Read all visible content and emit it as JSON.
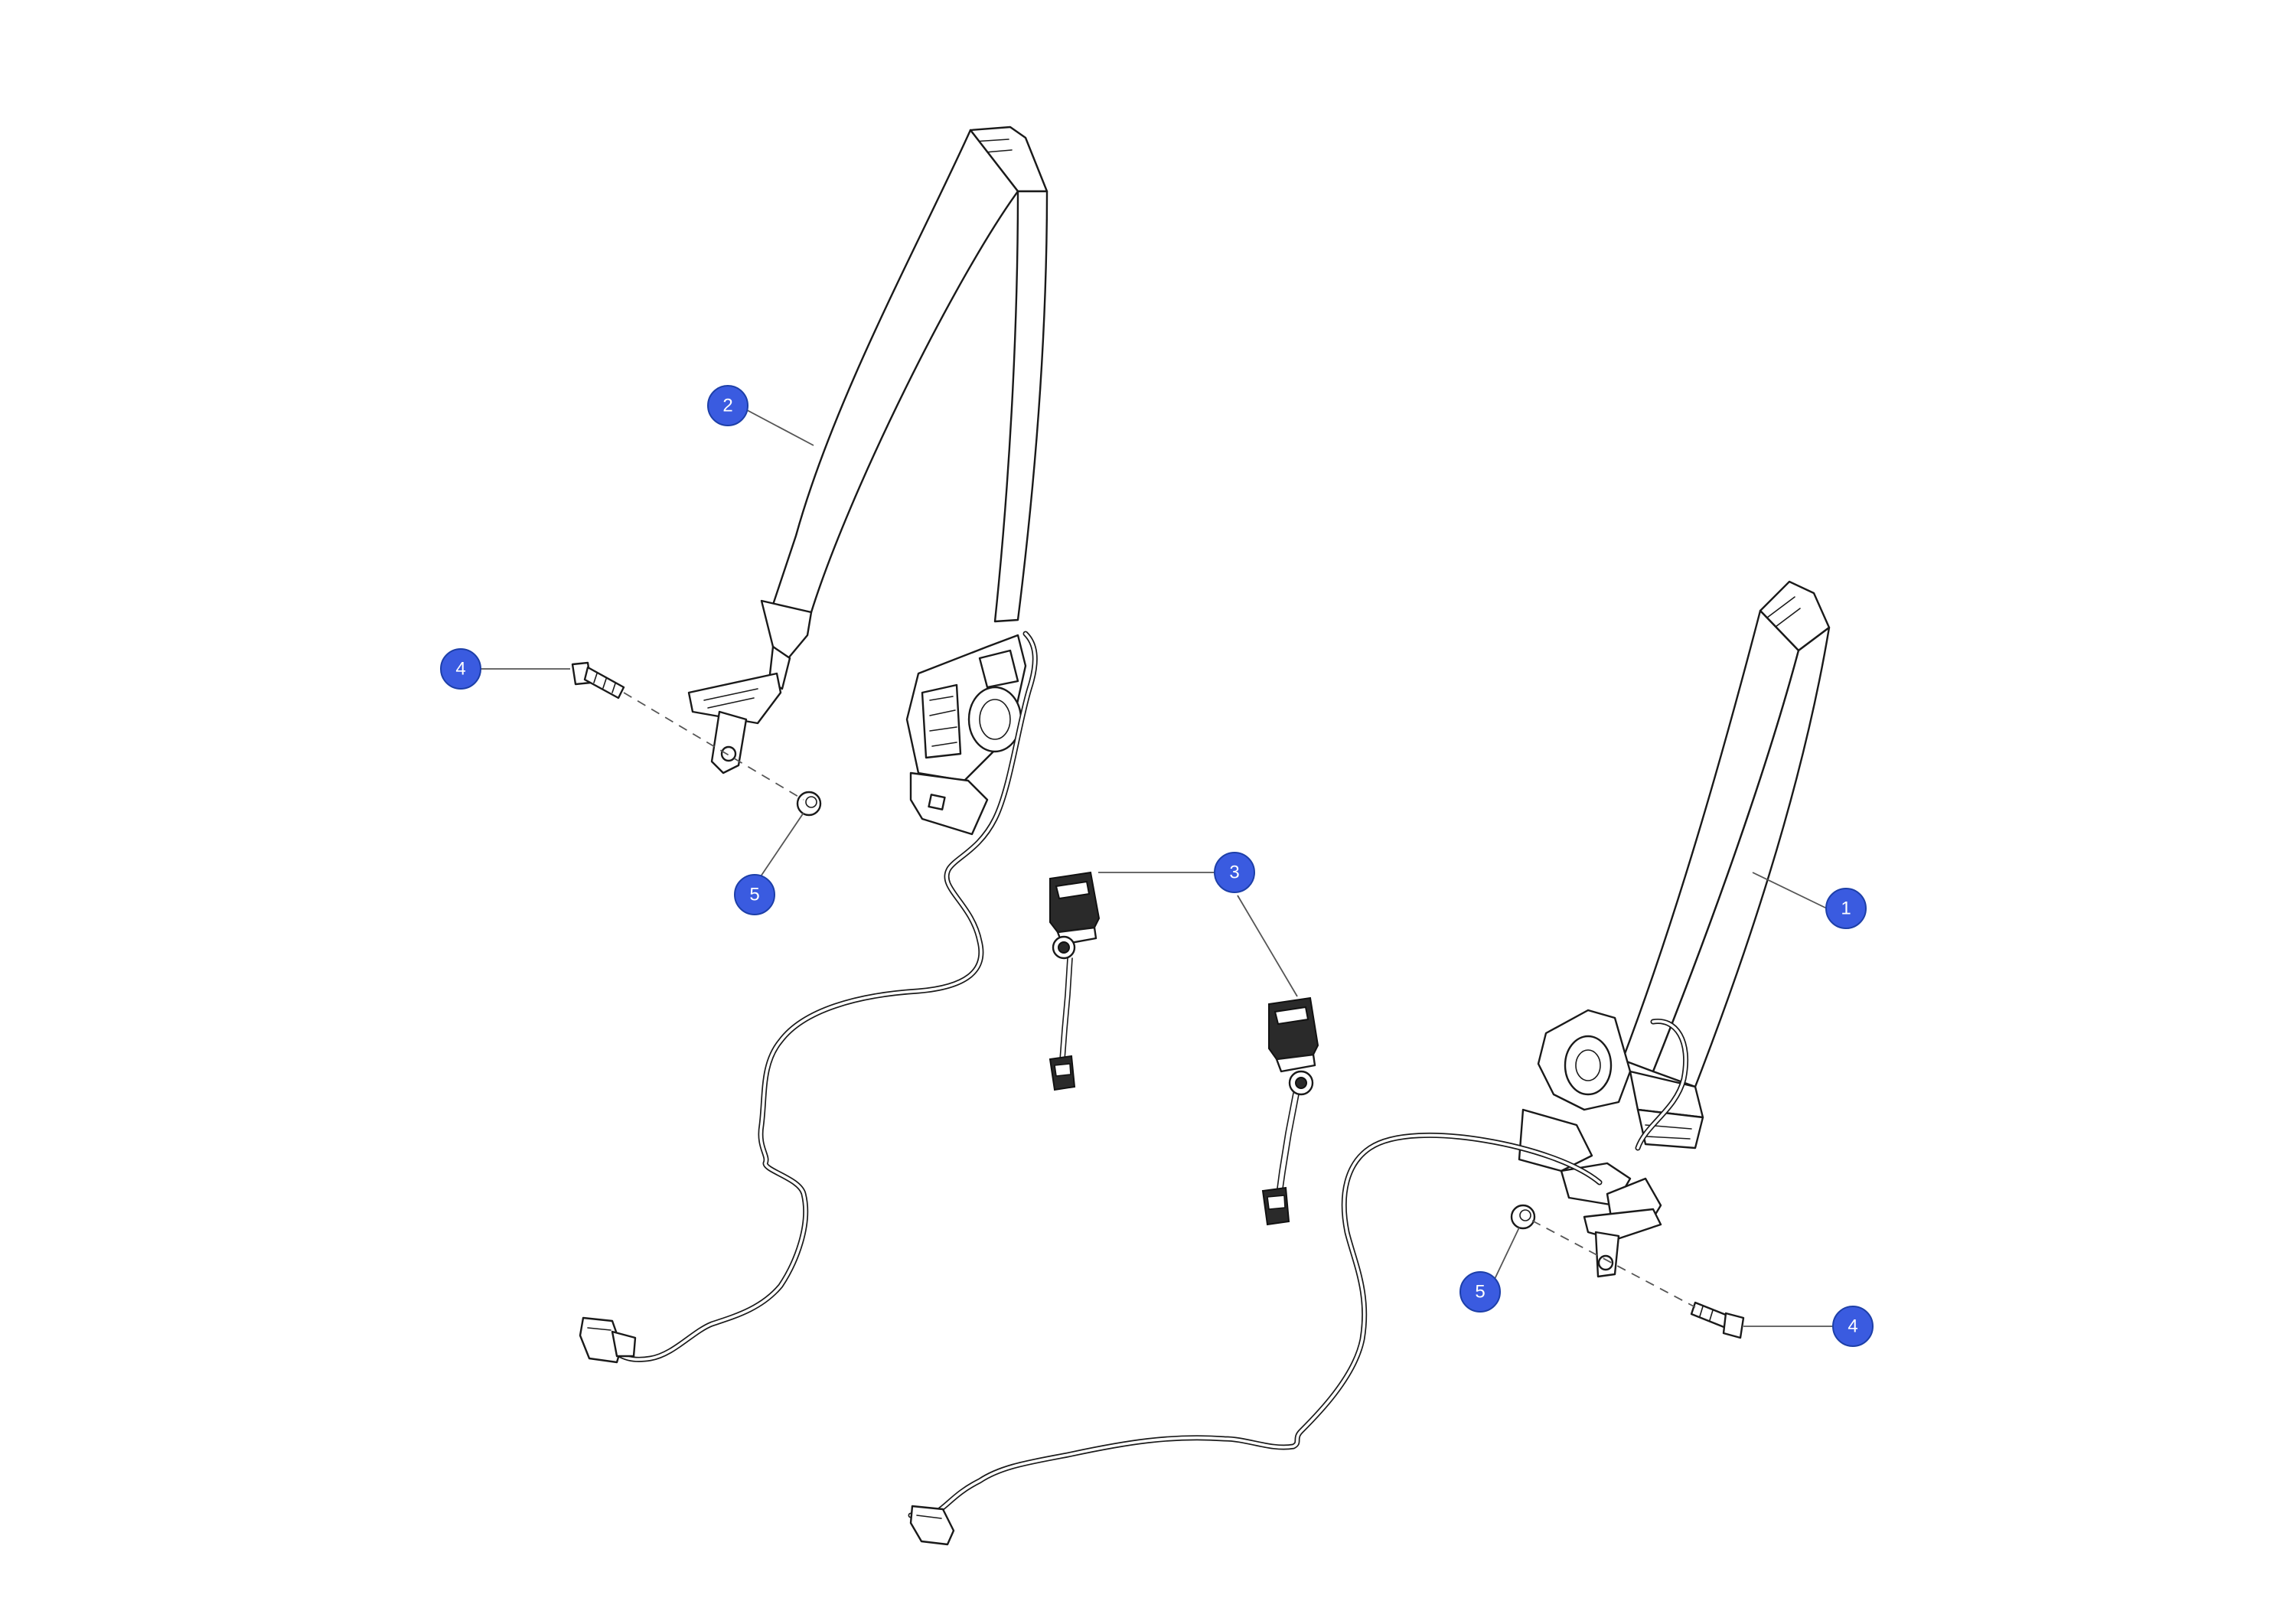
{
  "colors": {
    "callout_fill": "#3a5be0",
    "line": "#1a1a1a",
    "background": "#ffffff"
  },
  "callouts": [
    {
      "id": "callout-1",
      "label": "1"
    },
    {
      "id": "callout-2",
      "label": "2"
    },
    {
      "id": "callout-3",
      "label": "3"
    },
    {
      "id": "callout-4-left",
      "label": "4"
    },
    {
      "id": "callout-5-left",
      "label": "5"
    },
    {
      "id": "callout-4-right",
      "label": "4"
    },
    {
      "id": "callout-5-right",
      "label": "5"
    }
  ]
}
